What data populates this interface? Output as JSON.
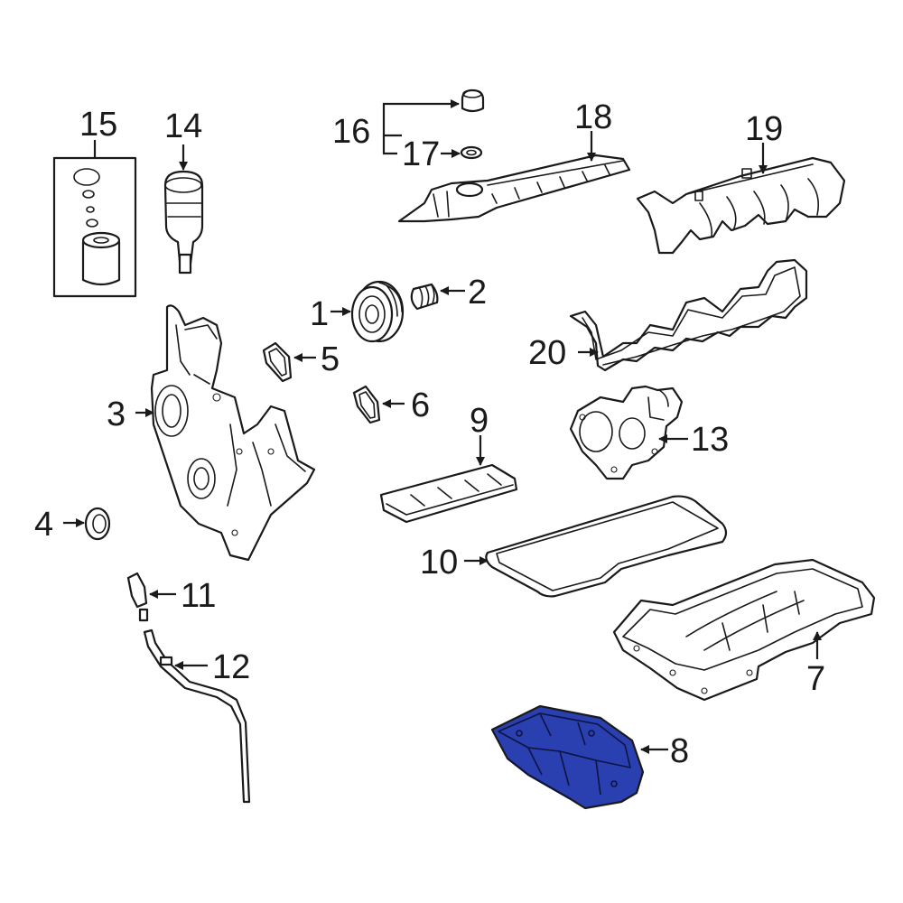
{
  "diagram": {
    "highlight_color": "#2a3fb0",
    "callouts": [
      {
        "id": "1",
        "text": "1"
      },
      {
        "id": "2",
        "text": "2"
      },
      {
        "id": "3",
        "text": "3"
      },
      {
        "id": "4",
        "text": "4"
      },
      {
        "id": "5",
        "text": "5"
      },
      {
        "id": "6",
        "text": "6"
      },
      {
        "id": "7",
        "text": "7"
      },
      {
        "id": "8",
        "text": "8"
      },
      {
        "id": "9",
        "text": "9"
      },
      {
        "id": "10",
        "text": "10"
      },
      {
        "id": "11",
        "text": "11"
      },
      {
        "id": "12",
        "text": "12"
      },
      {
        "id": "13",
        "text": "13"
      },
      {
        "id": "14",
        "text": "14"
      },
      {
        "id": "15",
        "text": "15"
      },
      {
        "id": "16",
        "text": "16"
      },
      {
        "id": "17",
        "text": "17"
      },
      {
        "id": "18",
        "text": "18"
      },
      {
        "id": "19",
        "text": "19"
      },
      {
        "id": "20",
        "text": "20"
      }
    ]
  }
}
